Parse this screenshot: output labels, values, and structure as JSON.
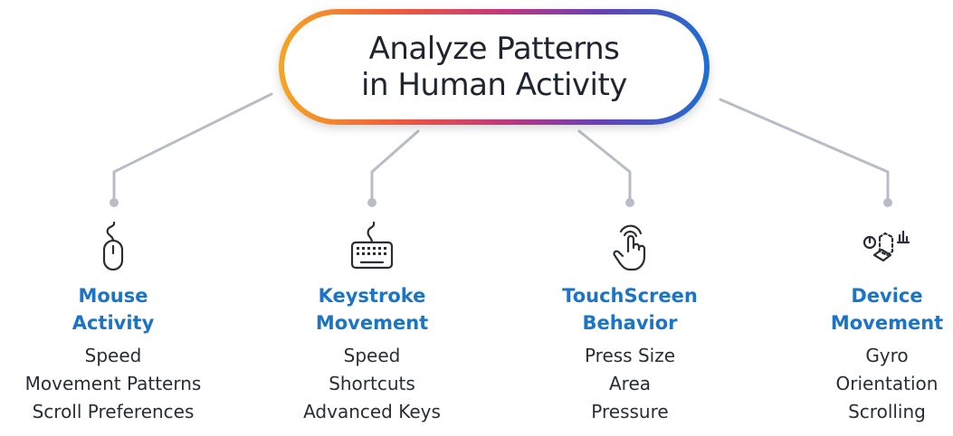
{
  "title": {
    "line1": "Analyze Patterns",
    "line2": "in Human Activity"
  },
  "colors": {
    "gradient": [
      "#f5a623",
      "#ef5a3c",
      "#c2377d",
      "#6a3fb5",
      "#1f6fd1"
    ],
    "branch_title": "#1b74c6",
    "connector": "#b8bcc7",
    "text": "#2a2d35"
  },
  "branches": [
    {
      "icon": "mouse-icon",
      "title_line1": "Mouse",
      "title_line2": "Activity",
      "items": [
        "Speed",
        "Movement Patterns",
        "Scroll Preferences"
      ]
    },
    {
      "icon": "keyboard-icon",
      "title_line1": "Keystroke",
      "title_line2": "Movement",
      "items": [
        "Speed",
        "Shortcuts",
        "Advanced Keys"
      ]
    },
    {
      "icon": "touch-hand-icon",
      "title_line1": "TouchScreen",
      "title_line2": "Behavior",
      "items": [
        "Press Size",
        "Area",
        "Pressure"
      ]
    },
    {
      "icon": "device-movement-icon",
      "title_line1": "Device",
      "title_line2": "Movement",
      "items": [
        "Gyro",
        "Orientation",
        "Scrolling"
      ]
    }
  ]
}
